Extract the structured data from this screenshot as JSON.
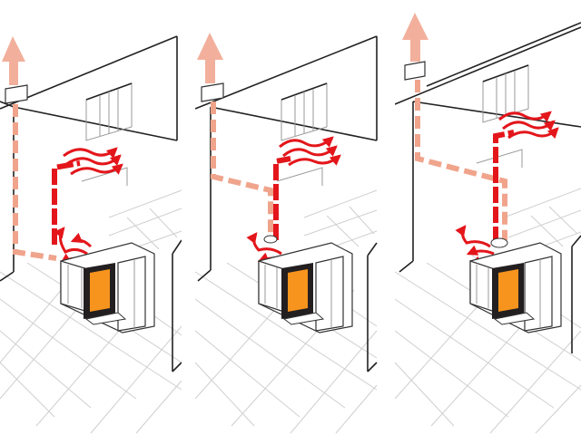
{
  "colors": {
    "hot_duct": "#e3161b",
    "exhaust_duct": "#f0a48c",
    "exhaust_arrow": "#f2b09c",
    "fire": "#f7941d",
    "firebox": "#231f20",
    "wall_line": "#222222",
    "grid_line": "#cfcfcf"
  },
  "panels": [
    {
      "name": "panel-1",
      "layout": "exhaust-straight-up-warm-air-to-upper-room-front"
    },
    {
      "name": "panel-2",
      "layout": "exhaust-via-attic-warm-air-to-upper-room-front"
    },
    {
      "name": "panel-3",
      "layout": "exhaust-diagonal-warm-air-to-upper-room-back"
    }
  ]
}
